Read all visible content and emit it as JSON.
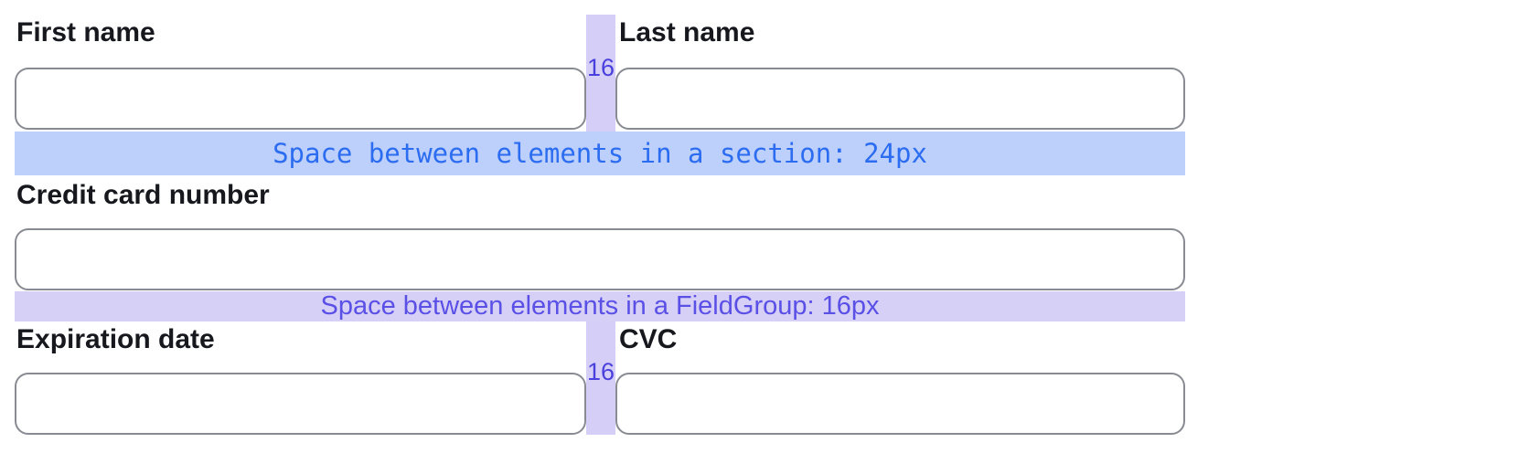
{
  "form": {
    "name_row": {
      "first_name": {
        "label": "First name",
        "value": ""
      },
      "last_name": {
        "label": "Last name",
        "value": ""
      },
      "gap_px_label": "16"
    },
    "section_spacer": {
      "text": "Space between elements in a section: 24px"
    },
    "card_row": {
      "card_number": {
        "label": "Credit card number",
        "value": ""
      }
    },
    "fieldgroup_spacer": {
      "text": "Space between elements in a FieldGroup: 16px"
    },
    "expiry_row": {
      "expiration_date": {
        "label": "Expiration date",
        "value": ""
      },
      "cvc": {
        "label": "CVC",
        "value": ""
      },
      "gap_px_label": "16"
    }
  },
  "colors": {
    "section_space_bg": "#bdd0fb",
    "section_space_text": "#2b6cf0",
    "fieldgroup_space_bg": "#d6d0f7",
    "fieldgroup_space_text": "#5a50e6",
    "gap_strip_bg": "#d5cef6",
    "gap_label_text": "#4a40dd",
    "input_border": "#888b92",
    "label_text": "#16181d"
  }
}
